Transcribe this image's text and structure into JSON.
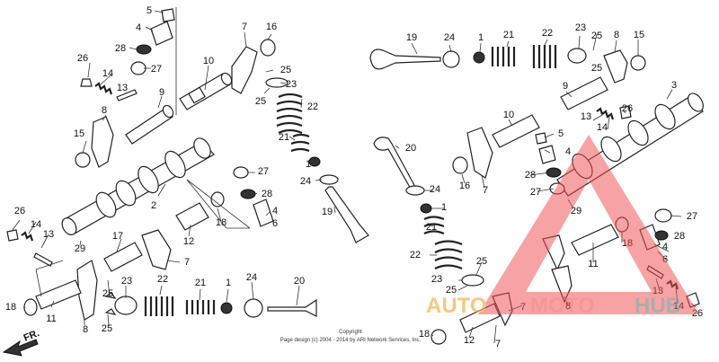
{
  "callouts": [
    {
      "id": "c1",
      "text": "5"
    },
    {
      "id": "c2",
      "text": "4"
    },
    {
      "id": "c3",
      "text": "28"
    },
    {
      "id": "c4",
      "text": "27"
    },
    {
      "id": "c5",
      "text": "26"
    },
    {
      "id": "c6",
      "text": "14"
    },
    {
      "id": "c7",
      "text": "13"
    },
    {
      "id": "c8",
      "text": "9"
    },
    {
      "id": "c9",
      "text": "8"
    },
    {
      "id": "c10",
      "text": "15"
    },
    {
      "id": "c11",
      "text": "10"
    },
    {
      "id": "c12",
      "text": "7"
    },
    {
      "id": "c13",
      "text": "16"
    },
    {
      "id": "c14",
      "text": "25"
    },
    {
      "id": "c15",
      "text": "23"
    },
    {
      "id": "c16",
      "text": "25"
    },
    {
      "id": "c17",
      "text": "22"
    },
    {
      "id": "c18",
      "text": "21"
    },
    {
      "id": "c19",
      "text": "1"
    },
    {
      "id": "c20",
      "text": "24"
    },
    {
      "id": "c21",
      "text": "19"
    },
    {
      "id": "c22",
      "text": "2"
    },
    {
      "id": "c23",
      "text": "27"
    },
    {
      "id": "c24",
      "text": "28"
    },
    {
      "id": "c25",
      "text": "4"
    },
    {
      "id": "c26",
      "text": "6"
    },
    {
      "id": "c27",
      "text": "18"
    },
    {
      "id": "c28",
      "text": "12"
    },
    {
      "id": "c29",
      "text": "17"
    },
    {
      "id": "c30",
      "text": "7"
    },
    {
      "id": "c31",
      "text": "29"
    },
    {
      "id": "c32",
      "text": "26"
    },
    {
      "id": "c33",
      "text": "14"
    },
    {
      "id": "c34",
      "text": "13"
    },
    {
      "id": "c35",
      "text": "18"
    },
    {
      "id": "c36",
      "text": "11"
    },
    {
      "id": "c37",
      "text": "8"
    },
    {
      "id": "c38",
      "text": "23"
    },
    {
      "id": "c39",
      "text": "25"
    },
    {
      "id": "c40",
      "text": "25"
    },
    {
      "id": "c41",
      "text": "22"
    },
    {
      "id": "c42",
      "text": "21"
    },
    {
      "id": "c43",
      "text": "1"
    },
    {
      "id": "c44",
      "text": "24"
    },
    {
      "id": "c45",
      "text": "20"
    },
    {
      "id": "d1",
      "text": "19"
    },
    {
      "id": "d2",
      "text": "24"
    },
    {
      "id": "d3",
      "text": "1"
    },
    {
      "id": "d4",
      "text": "21"
    },
    {
      "id": "d5",
      "text": "22"
    },
    {
      "id": "d6",
      "text": "23"
    },
    {
      "id": "d7",
      "text": "25"
    },
    {
      "id": "d8",
      "text": "25"
    },
    {
      "id": "d9",
      "text": "8"
    },
    {
      "id": "d10",
      "text": "15"
    },
    {
      "id": "d11",
      "text": "9"
    },
    {
      "id": "d12",
      "text": "3"
    },
    {
      "id": "d13",
      "text": "13"
    },
    {
      "id": "d14",
      "text": "14"
    },
    {
      "id": "d15",
      "text": "26"
    },
    {
      "id": "d16",
      "text": "10"
    },
    {
      "id": "d17",
      "text": "5"
    },
    {
      "id": "d18",
      "text": "4"
    },
    {
      "id": "d19",
      "text": "20"
    },
    {
      "id": "d20",
      "text": "16"
    },
    {
      "id": "d21",
      "text": "7"
    },
    {
      "id": "d22",
      "text": "28"
    },
    {
      "id": "d23",
      "text": "27"
    },
    {
      "id": "d24",
      "text": "29"
    },
    {
      "id": "d25",
      "text": "24"
    },
    {
      "id": "d26",
      "text": "1"
    },
    {
      "id": "d27",
      "text": "21"
    },
    {
      "id": "d28",
      "text": "22"
    },
    {
      "id": "d29",
      "text": "27"
    },
    {
      "id": "d30",
      "text": "18"
    },
    {
      "id": "d31",
      "text": "28"
    },
    {
      "id": "d32",
      "text": "4"
    },
    {
      "id": "d33",
      "text": "6"
    },
    {
      "id": "d34",
      "text": "11"
    },
    {
      "id": "d35",
      "text": "23"
    },
    {
      "id": "d36",
      "text": "25"
    },
    {
      "id": "d37",
      "text": "25"
    },
    {
      "id": "d38",
      "text": "7"
    },
    {
      "id": "d39",
      "text": "8"
    },
    {
      "id": "d40",
      "text": "13"
    },
    {
      "id": "d41",
      "text": "14"
    },
    {
      "id": "d42",
      "text": "26"
    },
    {
      "id": "d43",
      "text": "18"
    },
    {
      "id": "d44",
      "text": "12"
    },
    {
      "id": "d45",
      "text": "7"
    }
  ],
  "direction_label": "FR.",
  "copyright": {
    "line1": "Copyright",
    "line2": "Page design (c) 2004 - 2014 by ARI Network Services, Inc."
  },
  "watermark": {
    "part1": "AUTO",
    "part2": "MOTO",
    "part3": "HUB",
    "colors": {
      "triangle": "#f05050",
      "auto": "#f3b24a",
      "moto": "#f26b6b",
      "hub": "#8a8a8a"
    }
  }
}
